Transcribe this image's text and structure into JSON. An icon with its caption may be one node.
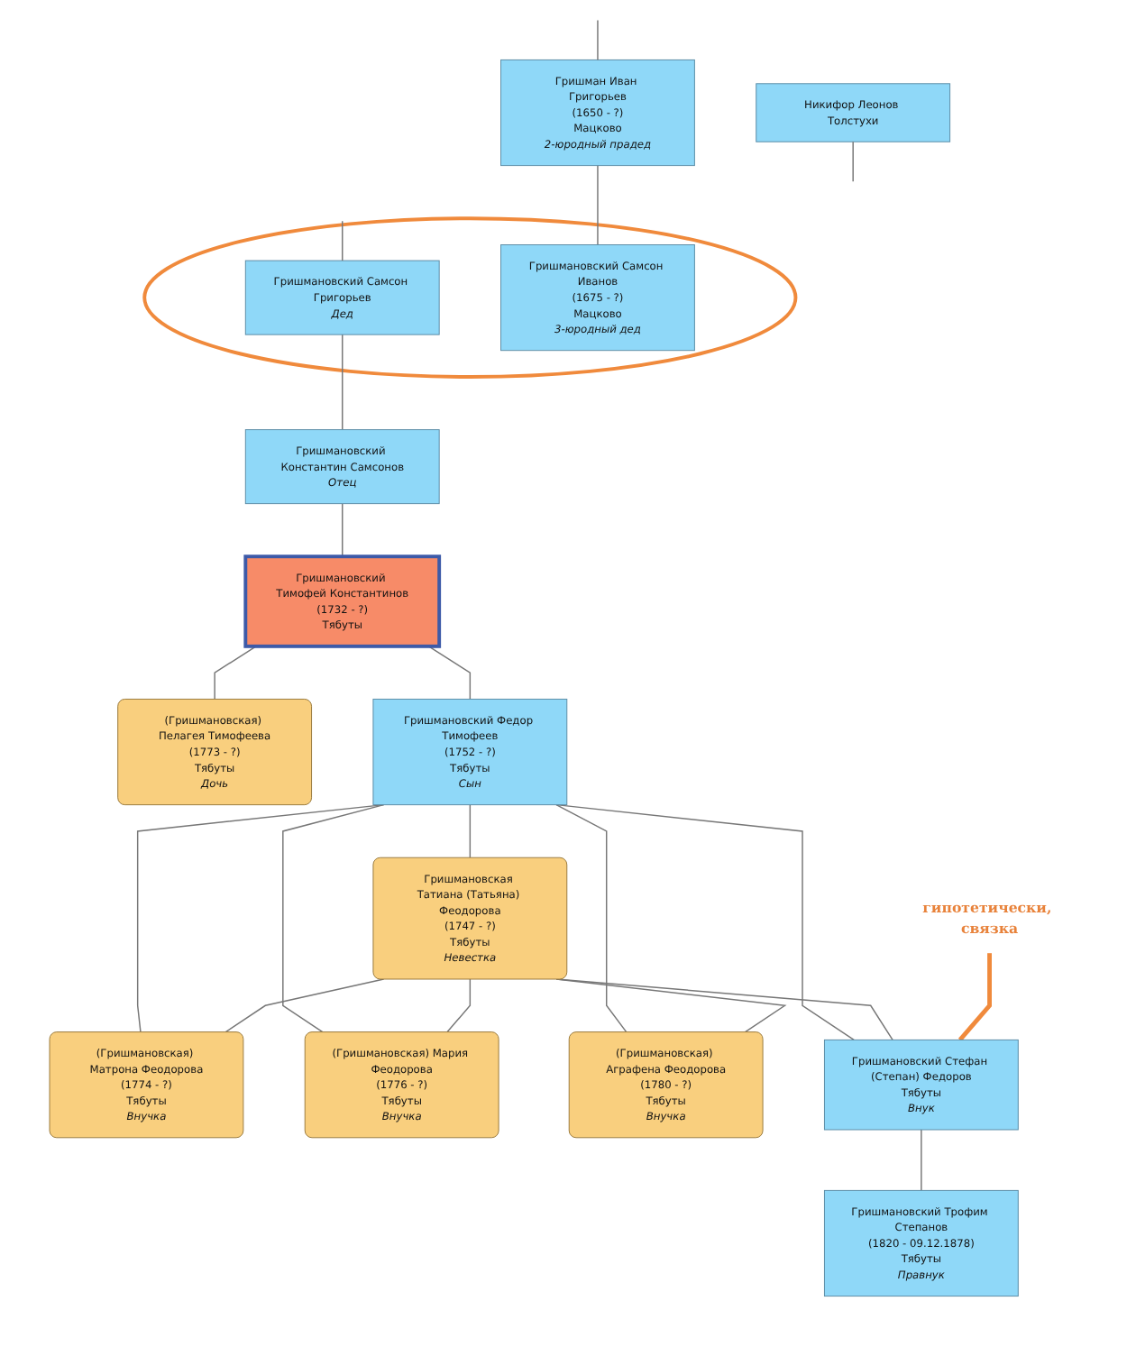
{
  "diagram": {
    "nodes": [
      {
        "text": [
          "Гришман Иван Григорьев",
          "(1650 - ?)",
          "Мацково",
          "2-юродный прадед"
        ]
      },
      {
        "text": [],
        "shape": "circle"
      },
      {
        "text": [
          "Гришмановский Самсон Григорьев",
          "Дед"
        ],
        "in": 1
      },
      {
        "text": [
          "Гришмановский Самсон Иванов",
          "(1675 - ?)",
          "Мацково",
          "3-юродный дед"
        ],
        "in": 1
      },
      {
        "text": [
          "Гришмановский Константин Самсонов",
          "Отец"
        ]
      },
      {
        "text": [
          "Гришмановский Тимофей Константинов",
          "(1732 - ?)",
          "Тябуты"
        ]
      },
      {
        "text": [
          "Гришмановский Федор Тимофеев",
          "(1752 - ?)",
          "Тябуты",
          "Сын"
        ]
      },
      {
        "text": [
          "Гришмановская Татиана (Татьяна) Феодорова",
          "(1747 - ?)",
          "Тябуты",
          "Невестка"
        ]
      },
      {
        "text": [
          "(Гришмановская) Пелагея Тимофеева",
          "(1773 - ?)",
          "Тябуты",
          "Дочь"
        ]
      },
      {
        "text": [
          "гипотетически, связка"
        ]
      },
      {
        "text": [
          "(Гришмановская) Матрона Феодорова",
          "(1774 - ?)",
          "Тябуты",
          "Внучка"
        ]
      },
      {
        "text": [
          "(Гришмановская) Мария Феодорова",
          "(1776 - ?)",
          "Тябуты",
          "Внучка"
        ]
      },
      {
        "text": [
          "(Гришмановская) Аграфена Феодорова",
          "(1780 - ?)",
          "Тябуты",
          "Внучка"
        ]
      },
      {
        "text": [
          "Гришмановский Стефан (Степан) Федоров",
          "Тябуты",
          "Внук"
        ]
      },
      {
        "text": [
          "Гришмановский Трофим Степанов",
          "(1820 - 09.12.1878)",
          "Тябуты",
          "Правнук"
        ]
      },
      {
        "text": [
          "Никифор Леонов Толстухи"
        ]
      }
    ],
    "edges": [
      {
        "from": null,
        "to": 0,
        "arrow": "none"
      },
      {
        "from": null,
        "to": 2,
        "arrow": "none"
      },
      {
        "from": 0,
        "to": 3,
        "arrow": "none"
      },
      {
        "from": 2,
        "to": 4,
        "arrow": "none"
      },
      {
        "from": 4,
        "to": 5,
        "arrow": "none"
      },
      {
        "from": 5,
        "to": 6,
        "arrow": "none"
      },
      {
        "from": 5,
        "to": 8,
        "arrow": "none"
      },
      {
        "from": 6,
        "to": 7,
        "arrow": "none"
      },
      {
        "from": 6,
        "to": 10,
        "arrow": "none"
      },
      {
        "from": 7,
        "to": 10,
        "arrow": "none"
      },
      {
        "from": 6,
        "to": 11,
        "arrow": "none"
      },
      {
        "from": 7,
        "to": 11,
        "arrow": "none"
      },
      {
        "from": 6,
        "to": 12,
        "arrow": "none"
      },
      {
        "from": 7,
        "to": 12,
        "arrow": "none"
      },
      {
        "from": 6,
        "to": 13,
        "arrow": "none"
      },
      {
        "from": 7,
        "to": 13,
        "arrow": "none"
      },
      {
        "from": 9,
        "to": 13,
        "arrow": "none",
        "style": "thick",
        "color": "#f08a3c"
      },
      {
        "from": 13,
        "to": 14,
        "arrow": "none"
      },
      {
        "from": 15,
        "to": null,
        "arrow": "none"
      }
    ]
  }
}
